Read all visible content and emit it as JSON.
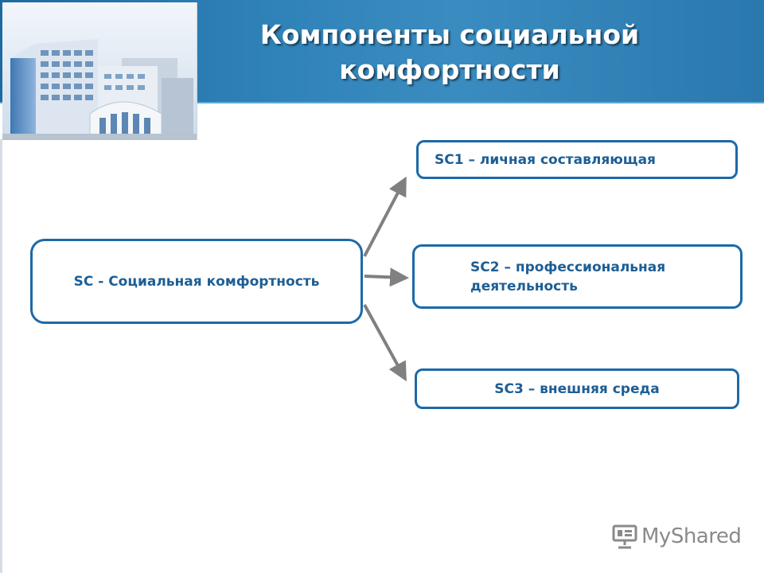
{
  "slide": {
    "title": "Компоненты социальной комфортности"
  },
  "diagram": {
    "root": {
      "label": "SC - Социальная комфортность"
    },
    "components": [
      {
        "label": "SC1 – личная составляющая"
      },
      {
        "label": "SC2 – профессиональная деятельность"
      },
      {
        "label": "SC3 – внешняя среда"
      }
    ]
  },
  "branding": {
    "logo_text": "MyShared"
  },
  "colors": {
    "header": "#2f82b8",
    "box_border": "#1d69a8",
    "box_text": "#1d5e95",
    "arrow": "#808080"
  }
}
